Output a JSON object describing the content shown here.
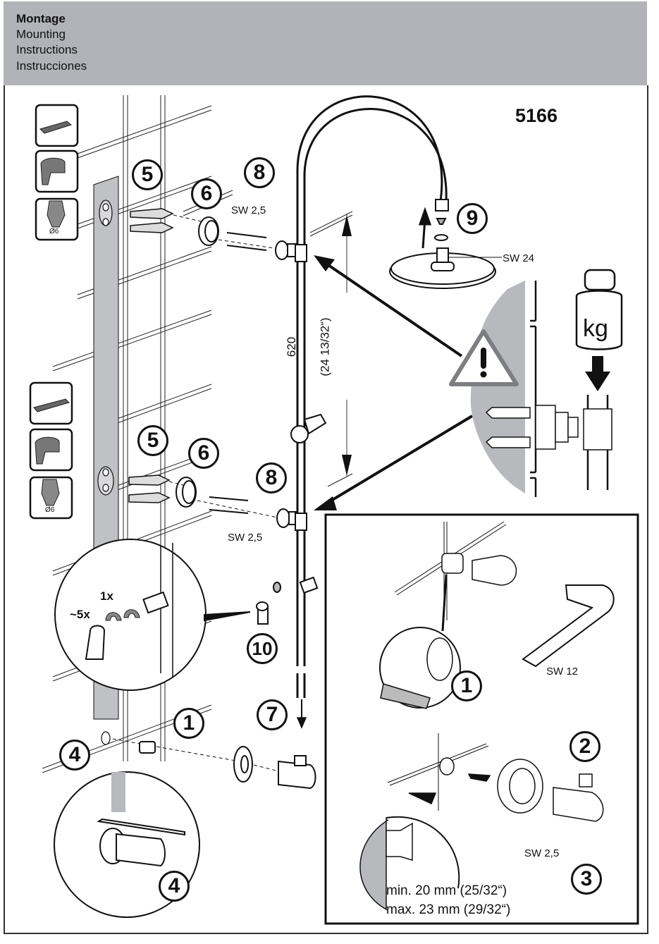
{
  "header": {
    "lines": [
      "Montage",
      "Mounting",
      "Instructions",
      "Instrucciones"
    ],
    "background": "#b2b3b8"
  },
  "model_number": "5166",
  "steps": {
    "s1_main": "1",
    "s1_inset": "1",
    "s2": "2",
    "s3": "3",
    "s4_main": "4",
    "s4_detail": "4",
    "s5_top": "5",
    "s5_bottom": "5",
    "s6_top": "6",
    "s6_bottom": "6",
    "s7": "7",
    "s8_top": "8",
    "s8_bottom": "8",
    "s9": "9",
    "s10": "10"
  },
  "labels": {
    "wrench_top": "SW 2,5",
    "wrench_bottom": "SW 2,5",
    "shower_head": "SW 24",
    "hex_key": "SW 12",
    "valve_screw": "SW 2,5",
    "dimension_mm": "620",
    "dimension_in": "(24 13/32“)",
    "drill_diameter_top": "Ø6",
    "drill_diameter_bottom": "Ø6",
    "weight": "kg",
    "qty_1x": "1x",
    "qty_5x": "~5x"
  },
  "inset_note": {
    "min": "min. 20 mm (25/32“)",
    "max": "max. 23 mm (29/32“)"
  },
  "icons": [
    "spirit-level-icon",
    "drill-icon",
    "drill-bit-icon",
    "warning-icon",
    "weight-icon",
    "hex-key-icon"
  ],
  "colors": {
    "line": "#111111",
    "wall_gray": "#b8b9bd",
    "rail_gray": "#c0c1c4",
    "warning_gray": "#7d7e82"
  }
}
